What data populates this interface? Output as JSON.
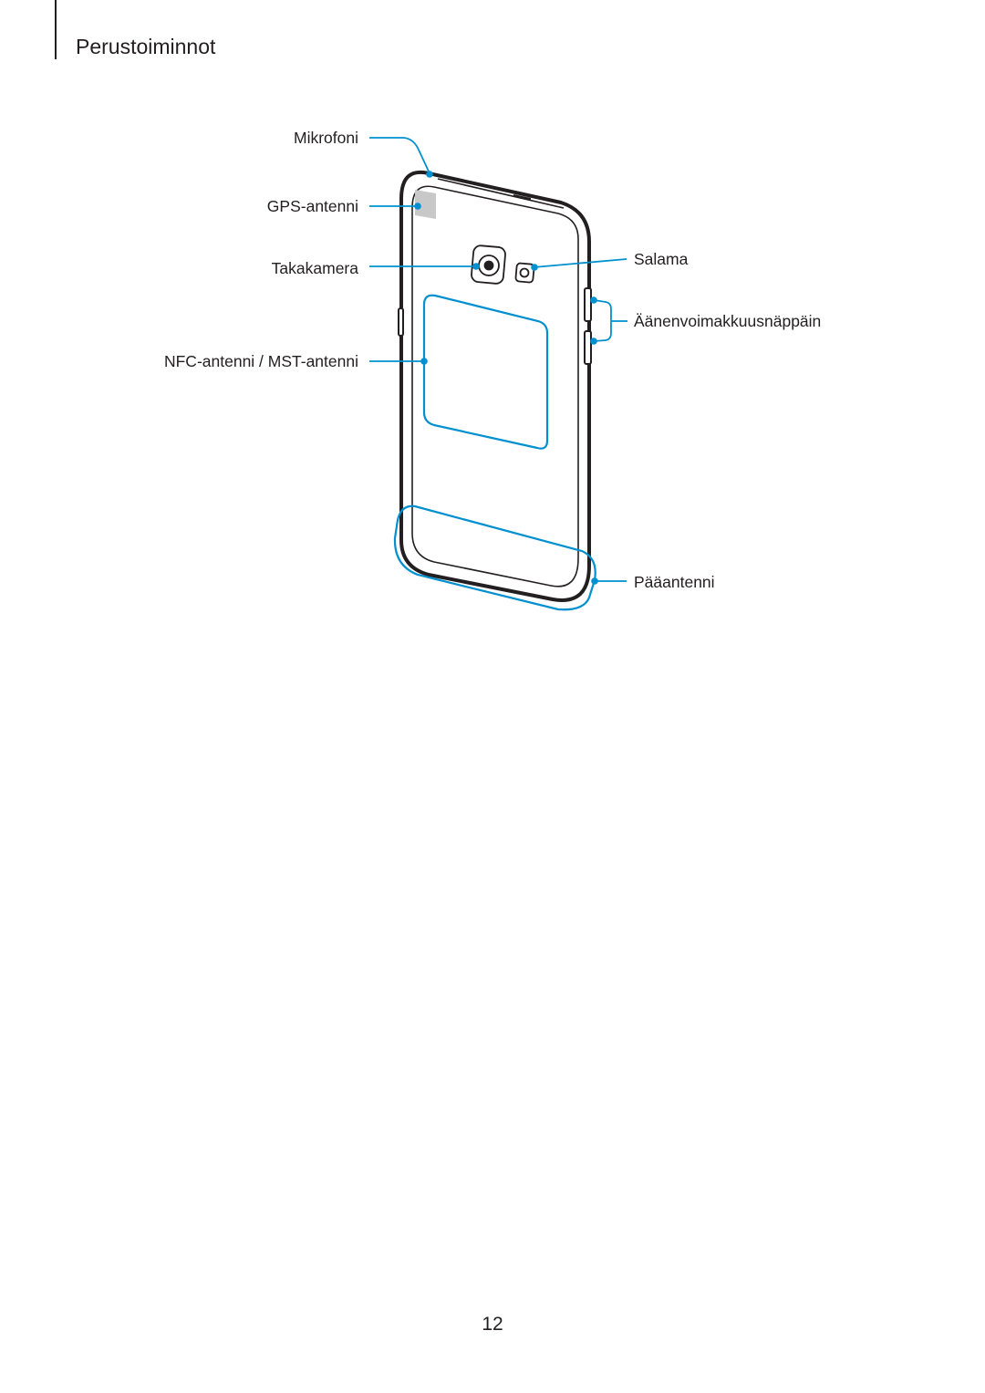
{
  "header": {
    "section_title": "Perustoiminnot"
  },
  "labels": {
    "mikrofoni": "Mikrofoni",
    "gps_antenna": "GPS-antenni",
    "rear_camera": "Takakamera",
    "nfc_mst_antenna": "NFC-antenni / MST-antenni",
    "flash": "Salama",
    "volume_key": "Äänenvoimakkuusnäppäin",
    "main_antenna": "Pääantenni"
  },
  "colors": {
    "callout": "#0090d0",
    "outline": "#231f20",
    "text": "#231f20"
  },
  "footer": {
    "page_number": "12"
  }
}
